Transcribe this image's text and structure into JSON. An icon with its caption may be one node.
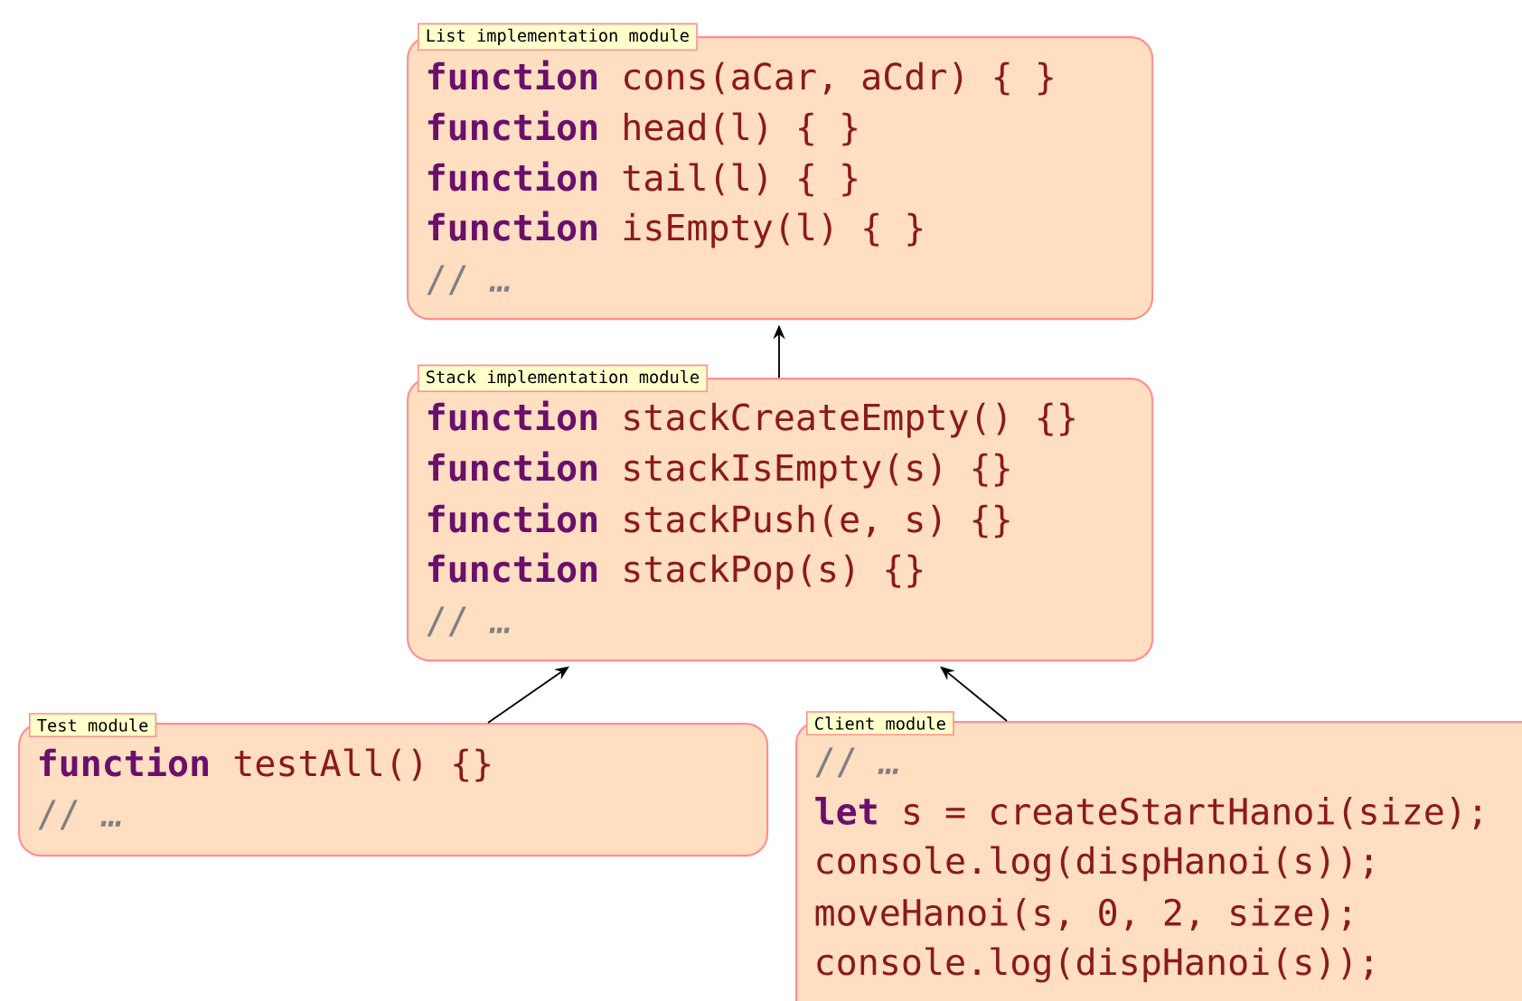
{
  "diagram": {
    "nodes": [
      {
        "text": [
          "List implementation module",
          "**function** cons(aCar, aCdr) { }",
          "**function** head(l) { }",
          "**function** tail(l) { }",
          "**function** isEmpty(l) { }",
          "// *…*"
        ]
      },
      {
        "text": [
          "Stack implementation module",
          "**function** stackCreateEmpty() {}",
          "**function** stackIsEmpty(s) {}",
          "**function** stackPush(e, s) {}",
          "**function** stackPop(s) {}",
          "// *…*"
        ]
      },
      {
        "text": [
          "Test module",
          "**function** testAll() {}",
          "// *…*"
        ]
      },
      {
        "text": [
          "Client module",
          "// *…*",
          "**let** s = createStartHanoi(size);",
          "console.log(dispHanoi(s));",
          "moveHanoi(s, 0, 2, size);",
          "console.log(dispHanoi(s));"
        ]
      }
    ],
    "edges": [
      {
        "from": 1,
        "to": 0,
        "arrow": "to"
      },
      {
        "from": 2,
        "to": 1,
        "arrow": "to"
      },
      {
        "from": 3,
        "to": 1,
        "arrow": "to"
      }
    ]
  }
}
